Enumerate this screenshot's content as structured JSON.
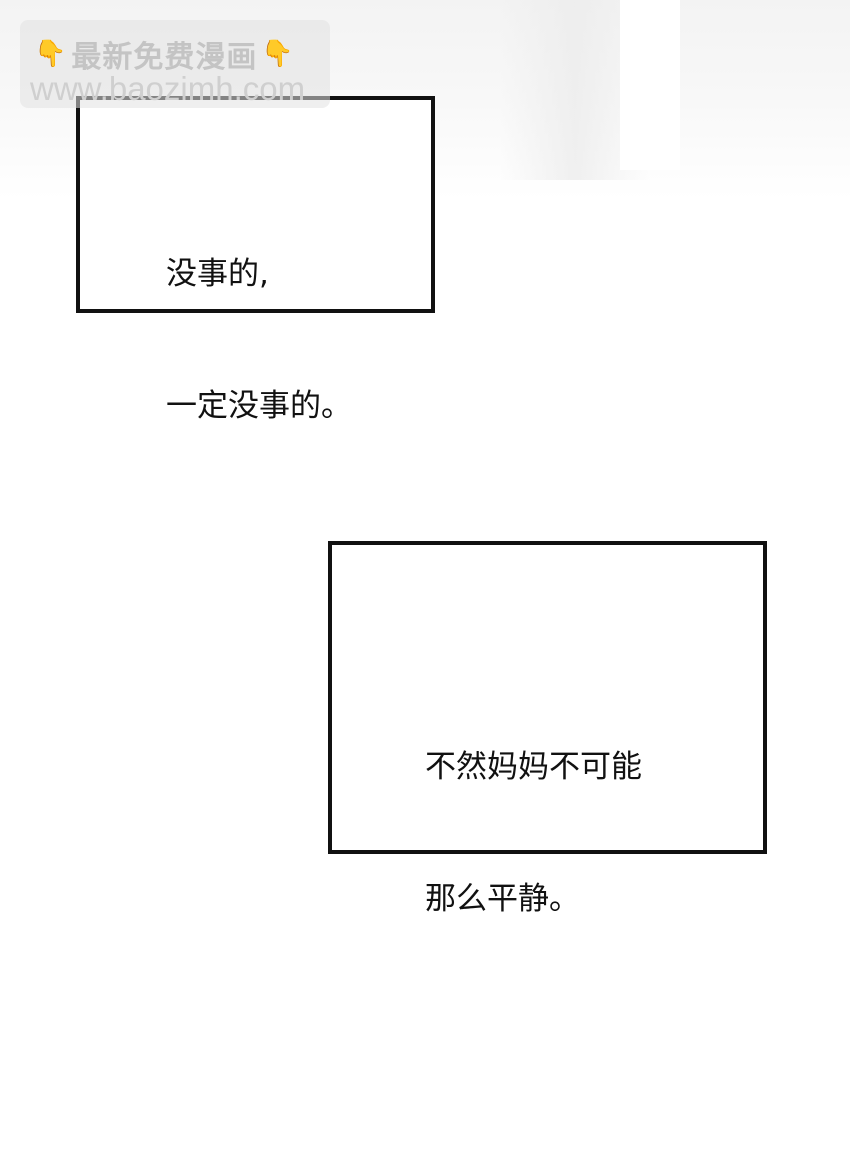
{
  "watermark": {
    "line1": "最新免费漫画",
    "line2": "www.baozimh.com",
    "left_icon": "pointing-down-hand-icon",
    "right_icon": "pointing-down-hand-icon",
    "hand_glyph": "👇",
    "color": "#c4c4c4"
  },
  "panels": [
    {
      "lines": [
        "没事的,",
        "一定没事的。"
      ]
    },
    {
      "lines": [
        "不然妈妈不可能",
        "那么平静。"
      ]
    }
  ],
  "colors": {
    "border": "#111111",
    "background": "#ffffff"
  }
}
